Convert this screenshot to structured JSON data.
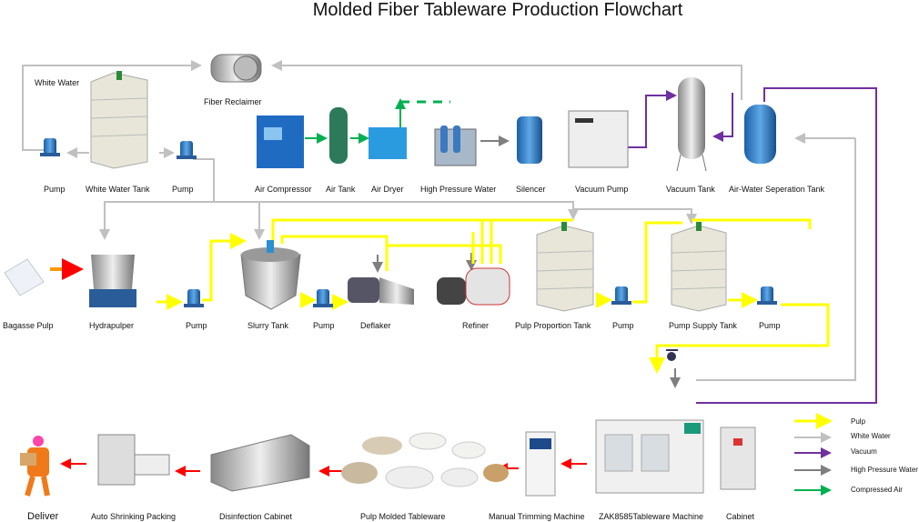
{
  "title": "Molded Fiber Tableware Production Flowchart",
  "labels": {
    "white_water": "White Water",
    "fiber_reclaimer": "Fiber Reclaimer",
    "pump": "Pump",
    "white_water_tank": "White Water Tank",
    "air_compressor": "Air Compressor",
    "air_tank": "Air Tank",
    "air_dryer": "Air Dryer",
    "high_pressure_water": "High Pressure Water",
    "silencer": "Silencer",
    "vacuum_pump": "Vacuum Pump",
    "vacuum_tank": "Vacuum Tank",
    "air_water_separation_tank": "Air-Water  Seperation Tank",
    "bagasse_pulp": "Bagasse Pulp",
    "hydrapulper": "Hydrapulper",
    "slurry_tank": "Slurry Tank",
    "deflaker": "Deflaker",
    "refiner": "Refiner",
    "pulp_proportion_tank": "Pulp Proportion Tank",
    "pump_supply_tank": "Pump Supply Tank",
    "deliver": "Deliver",
    "auto_shrinking_packing": "Auto Shrinking Packing",
    "disinfection_cabinet": "Disinfection Cabinet",
    "pulp_molded_tableware": "Pulp Molded Tableware",
    "manual_trimming_machine": "Manual Trimming Machine",
    "tableware_machine": "ZAK8585Tableware Machine",
    "cabinet": "Cabinet"
  },
  "legend": [
    {
      "label": "Pulp",
      "color": "#ffff00"
    },
    {
      "label": "White Water",
      "color": "#c0c0c0"
    },
    {
      "label": "Vacuum",
      "color": "#7030a0"
    },
    {
      "label": "High Pressure Water",
      "color": "#7f7f7f"
    },
    {
      "label": "Compressed Air",
      "color": "#00b050"
    }
  ],
  "colors": {
    "product_flow": "#ff0000"
  }
}
